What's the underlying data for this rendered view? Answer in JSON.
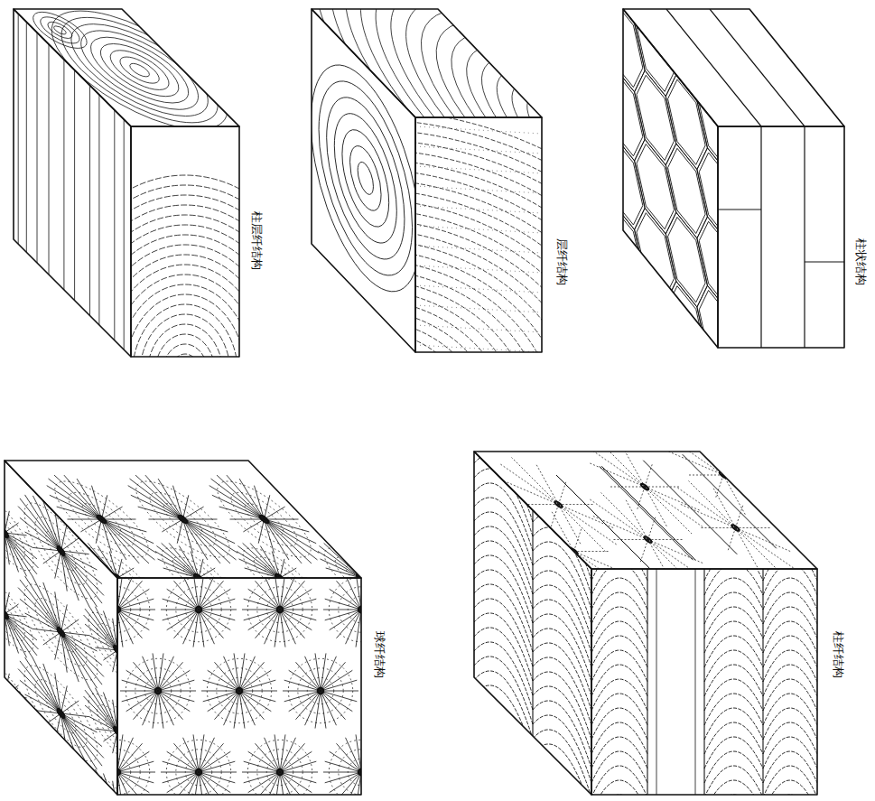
{
  "diagram": {
    "labels": [
      "柱层纤结构",
      "层纤结构",
      "柱状结构",
      "球纤结构",
      "柱纤结构"
    ]
  }
}
